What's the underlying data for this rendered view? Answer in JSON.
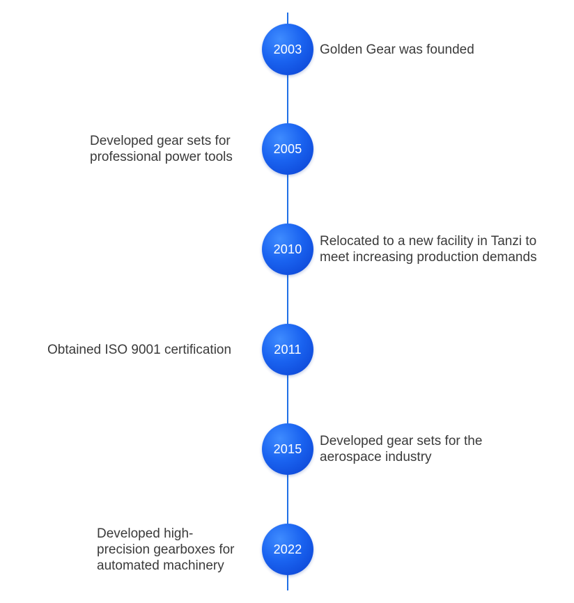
{
  "accent_color": "#1f6fe6",
  "badge_colors": [
    "#3f8cff",
    "#1a63f0",
    "#0a3fcf"
  ],
  "text_color": "#3a3a3a",
  "events": [
    {
      "year": "2003",
      "side": "right",
      "lines": [
        "Golden Gear was founded"
      ]
    },
    {
      "year": "2005",
      "side": "left",
      "lines": [
        "Developed gear sets for",
        "professional power tools"
      ]
    },
    {
      "year": "2010",
      "side": "right",
      "lines": [
        "Relocated to a new facility in Tanzi to",
        "meet increasing production demands"
      ]
    },
    {
      "year": "2011",
      "side": "left",
      "lines": [
        "Obtained ISO 9001 certification"
      ]
    },
    {
      "year": "2015",
      "side": "right",
      "lines": [
        "Developed gear sets for the",
        "aerospace industry"
      ]
    },
    {
      "year": "2022",
      "side": "left",
      "lines": [
        "Developed high-",
        "precision gearboxes for",
        "automated machinery"
      ]
    }
  ]
}
